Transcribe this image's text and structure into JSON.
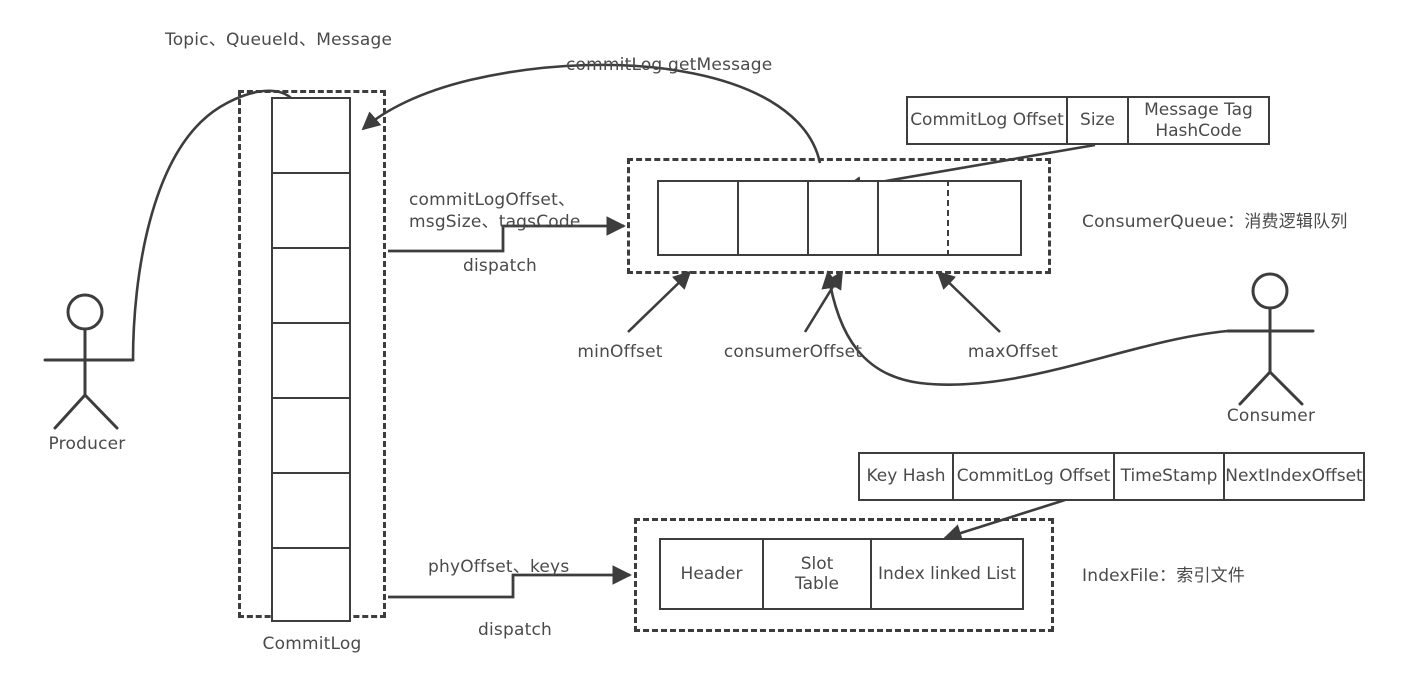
{
  "diagram": {
    "title": "RocketMQ CommitLog / ConsumerQueue / IndexFile storage flow",
    "stroke_color": "#3d3d3d",
    "text_color": "#4a4a4a",
    "background": "#ffffff"
  },
  "actors": {
    "producer": {
      "label": "Producer"
    },
    "consumer": {
      "label": "Consumer"
    }
  },
  "flows": {
    "produce": {
      "label": "Topic、QueueId、Message"
    },
    "get_message": {
      "label": "commitLog.getMessage"
    },
    "dispatch_cq": {
      "payload_line1": "commitLogOffset、",
      "payload_line2": "msgSize、tagsCode",
      "action": "dispatch"
    },
    "dispatch_index": {
      "payload": "phyOffset、keys",
      "action": "dispatch"
    }
  },
  "commit_log": {
    "label": "CommitLog",
    "cell_count": 7,
    "cells": [
      "",
      "",
      "",
      "",
      "",
      "",
      ""
    ]
  },
  "consumer_queue": {
    "caption": "ConsumerQueue：消费逻辑队列",
    "cells": [
      "",
      "",
      "",
      "",
      ""
    ],
    "dashed_divider_before_index": 4,
    "entry_format": {
      "fields": [
        "CommitLog Offset",
        "Size",
        "Message Tag\nHashCode"
      ]
    },
    "offset_markers": [
      {
        "name": "minOffset",
        "label": "minOffset"
      },
      {
        "name": "consumerOffset",
        "label": "consumerOffset"
      },
      {
        "name": "maxOffset",
        "label": "maxOffset"
      }
    ]
  },
  "index_file": {
    "caption": "IndexFile：索引文件",
    "cells": [
      "Header",
      "Slot\nTable",
      "Index linked List"
    ],
    "entry_format": {
      "fields": [
        "Key Hash",
        "CommitLog Offset",
        "TimeStamp",
        "NextIndexOffset"
      ]
    }
  }
}
